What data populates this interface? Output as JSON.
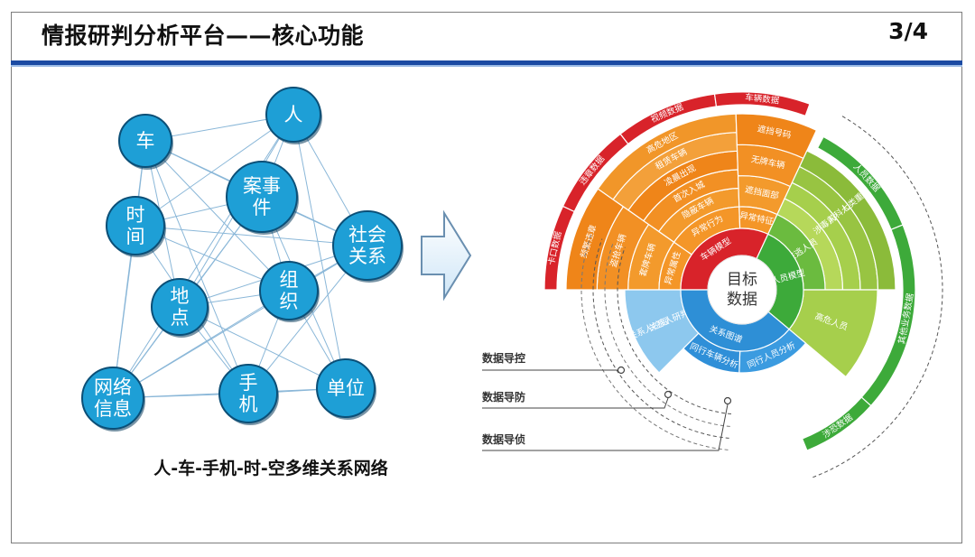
{
  "header": {
    "title": "情报研判分析平台——核心功能",
    "page": "3/4"
  },
  "network": {
    "nodes": [
      {
        "id": "car",
        "lines": [
          "车"
        ]
      },
      {
        "id": "person",
        "lines": [
          "人"
        ]
      },
      {
        "id": "time",
        "lines": [
          "时",
          "间"
        ]
      },
      {
        "id": "case",
        "lines": [
          "案事",
          "件"
        ]
      },
      {
        "id": "social",
        "lines": [
          "社会",
          "关系"
        ]
      },
      {
        "id": "place",
        "lines": [
          "地",
          "点"
        ]
      },
      {
        "id": "org",
        "lines": [
          "组",
          "织"
        ]
      },
      {
        "id": "netinfo",
        "lines": [
          "网络",
          "信息"
        ]
      },
      {
        "id": "phone",
        "lines": [
          "手",
          "机"
        ]
      },
      {
        "id": "unit",
        "lines": [
          "单位"
        ]
      }
    ],
    "caption": "人-车-手机-时-空多维关系网络"
  },
  "wheel": {
    "center": [
      "目标",
      "数据"
    ],
    "quadrants": [
      {
        "name": "车辆模型",
        "color": "#f08c1d",
        "subs": [
          {
            "name": "异常属性",
            "items": [
              "套牌车辆",
              "盗抢车辆",
              "频繁违章"
            ]
          },
          {
            "name": "异常行为",
            "items": [
              "隐蔽车辆",
              "首次入城",
              "凌晨出现",
              "租赁车辆",
              "高危地区"
            ]
          },
          {
            "name": "异常特征",
            "items": [
              "遮挡面部",
              "无牌车辆",
              "遮挡号码"
            ]
          }
        ]
      },
      {
        "name": "人员模型",
        "color": "#3daa3a",
        "subs": [
          {
            "name": "在逃人员",
            "items": [
              "在逃人员",
              "涉毒人员",
              "前科人员",
              "七类重点"
            ]
          },
          {
            "name": "高危人员",
            "items": []
          }
        ]
      },
      {
        "name": "关系图谱",
        "color": "#2e8fd6",
        "subs": [
          {
            "name": "关系人研判",
            "items": [
              "关系人研判",
              "关系人挖掘"
            ]
          },
          {
            "name": "同行车辆分析",
            "items": []
          },
          {
            "name": "同行人员分析",
            "items": []
          }
        ]
      }
    ],
    "outer_red": [
      "卡口数据",
      "违章数据",
      "视频数据",
      "车辆数据"
    ],
    "outer_green": [
      "人员数据",
      "其他业务数据",
      "涉恐数据"
    ],
    "callouts": [
      "数据导控",
      "数据导防",
      "数据导侦"
    ]
  },
  "colors": {
    "red": "#d8232a",
    "orange": "#f08c1d",
    "green": "#3daa3a",
    "lightgreen": "#a6cf4c",
    "blue": "#2e8fd6",
    "lightblue": "#8dc8ee",
    "node": "#1e9fd6"
  }
}
